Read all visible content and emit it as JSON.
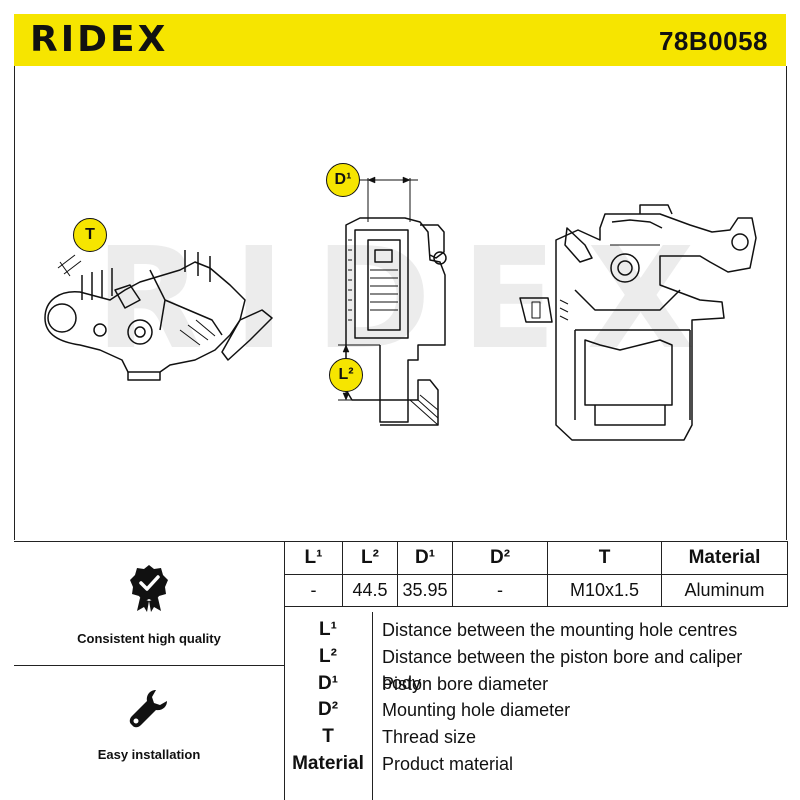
{
  "header": {
    "brand": "RIDEX",
    "part_number": "78B0058",
    "accent_color": "#f6e500"
  },
  "drawing": {
    "watermark": "RIDEX",
    "markers": {
      "t": "T",
      "d1": "D¹",
      "l2": "L²"
    }
  },
  "features": [
    {
      "icon": "quality-badge-icon",
      "label": "Consistent high quality"
    },
    {
      "icon": "wrench-icon",
      "label": "Easy installation"
    }
  ],
  "spec_table": {
    "headers": [
      "L¹",
      "L²",
      "D¹",
      "D²",
      "T",
      "Material"
    ],
    "values": [
      "-",
      "44.5",
      "35.95",
      "-",
      "M10x1.5",
      "Aluminum"
    ]
  },
  "legend": [
    {
      "key": "L¹",
      "text": "Distance between the mounting hole centres"
    },
    {
      "key": "L²",
      "text": "Distance between the piston bore and caliper body"
    },
    {
      "key": "D¹",
      "text": "Piston bore diameter"
    },
    {
      "key": "D²",
      "text": "Mounting hole diameter"
    },
    {
      "key": "T",
      "text": "Thread size"
    },
    {
      "key": "Material",
      "text": "Product material"
    }
  ]
}
